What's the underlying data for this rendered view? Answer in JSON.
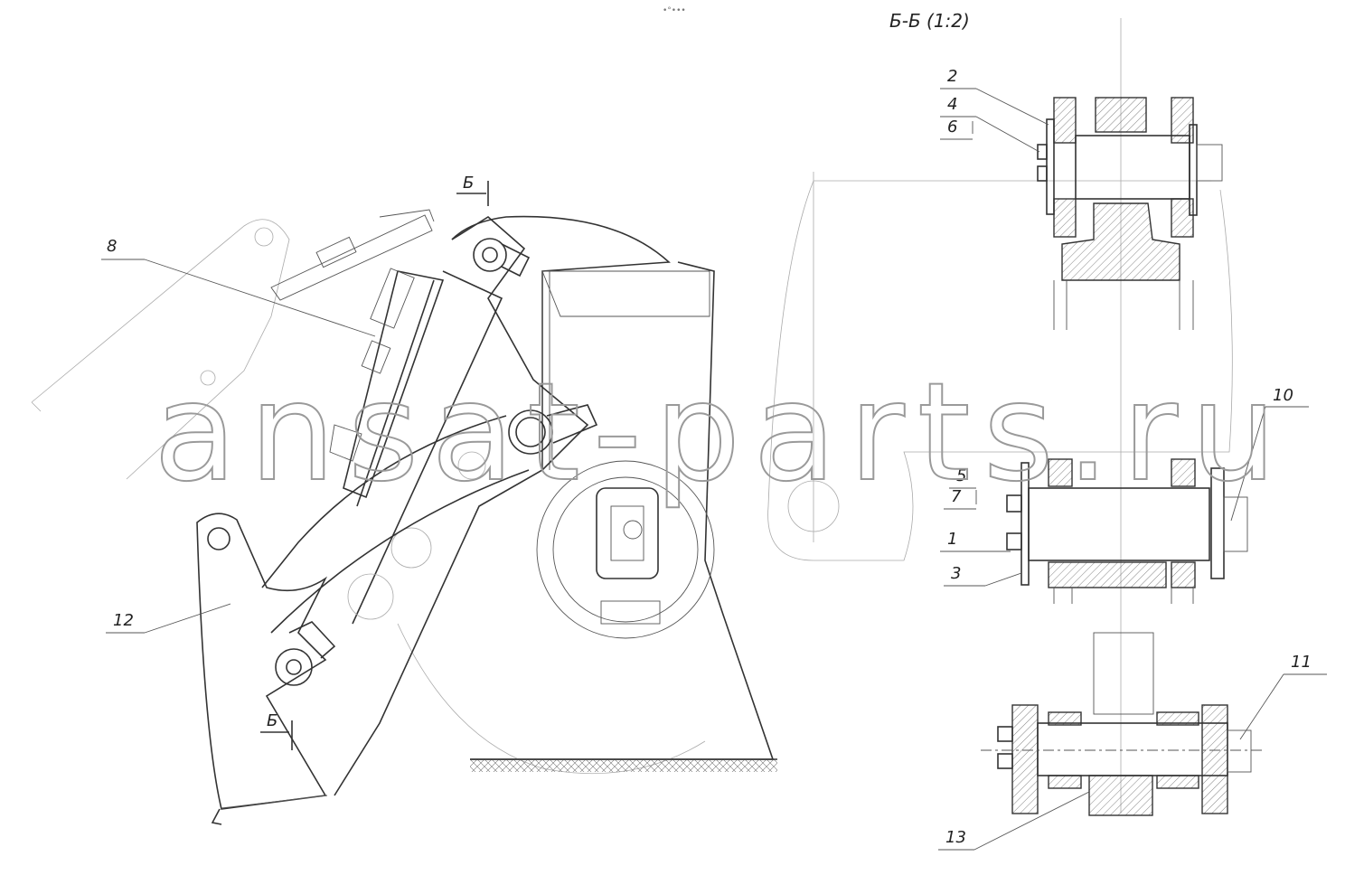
{
  "section_title": "Б-Б (1:2)",
  "section_marks": {
    "top": "Б",
    "bottom": "Б"
  },
  "callouts": [
    "8",
    "12",
    "2",
    "4",
    "6",
    "5",
    "7",
    "1",
    "3",
    "10",
    "11",
    "13"
  ],
  "watermark": "ansat-parts.ru",
  "header_mark": "•°•••"
}
